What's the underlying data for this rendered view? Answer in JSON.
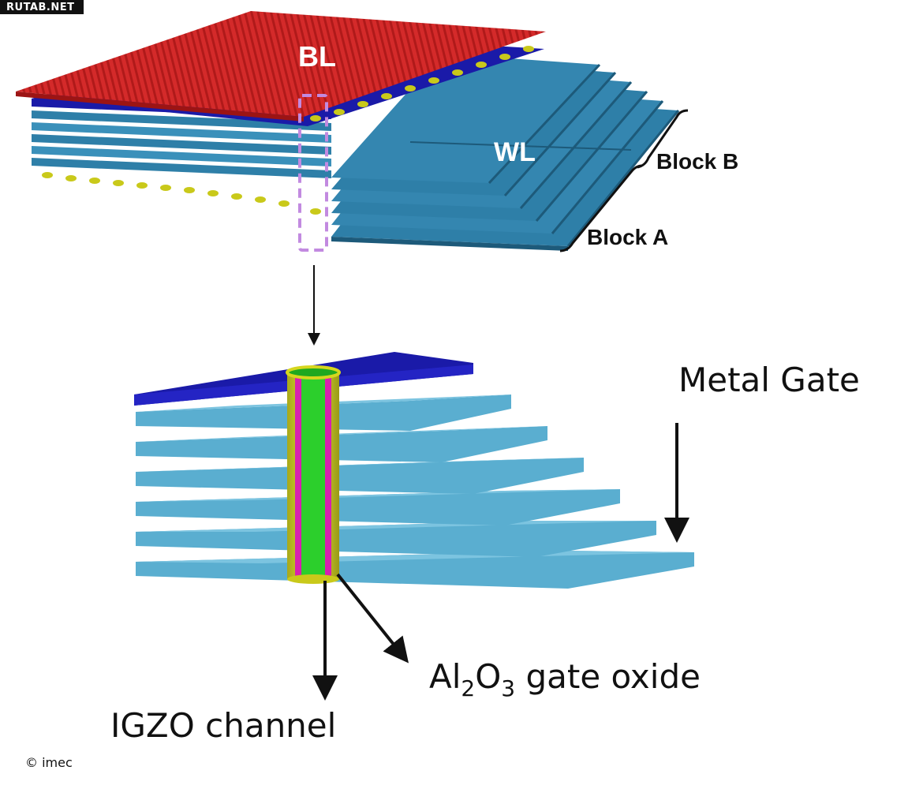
{
  "watermark": "RUTAB.NET",
  "top_diagram": {
    "bitline_label": "BL",
    "wordline_label": "WL",
    "block_b_label": "Block B",
    "block_a_label": "Block A"
  },
  "bottom_diagram": {
    "metal_gate_label": "Metal Gate",
    "oxide_label_al": "Al",
    "oxide_label_sub1": "2",
    "oxide_label_o": "O",
    "oxide_label_sub2": "3",
    "oxide_label_rest": " gate oxide",
    "channel_label": "IGZO channel"
  },
  "credit": "© imec",
  "colors": {
    "bitline": "#d42a2a",
    "select_gate": "#1a1aa8",
    "wordline_top": "#2e7fa8",
    "plate_light": "#6ab8d8",
    "igzo": "#2ccf2c",
    "oxide": "#d81fb0",
    "gate_ring": "#d6d61e"
  }
}
